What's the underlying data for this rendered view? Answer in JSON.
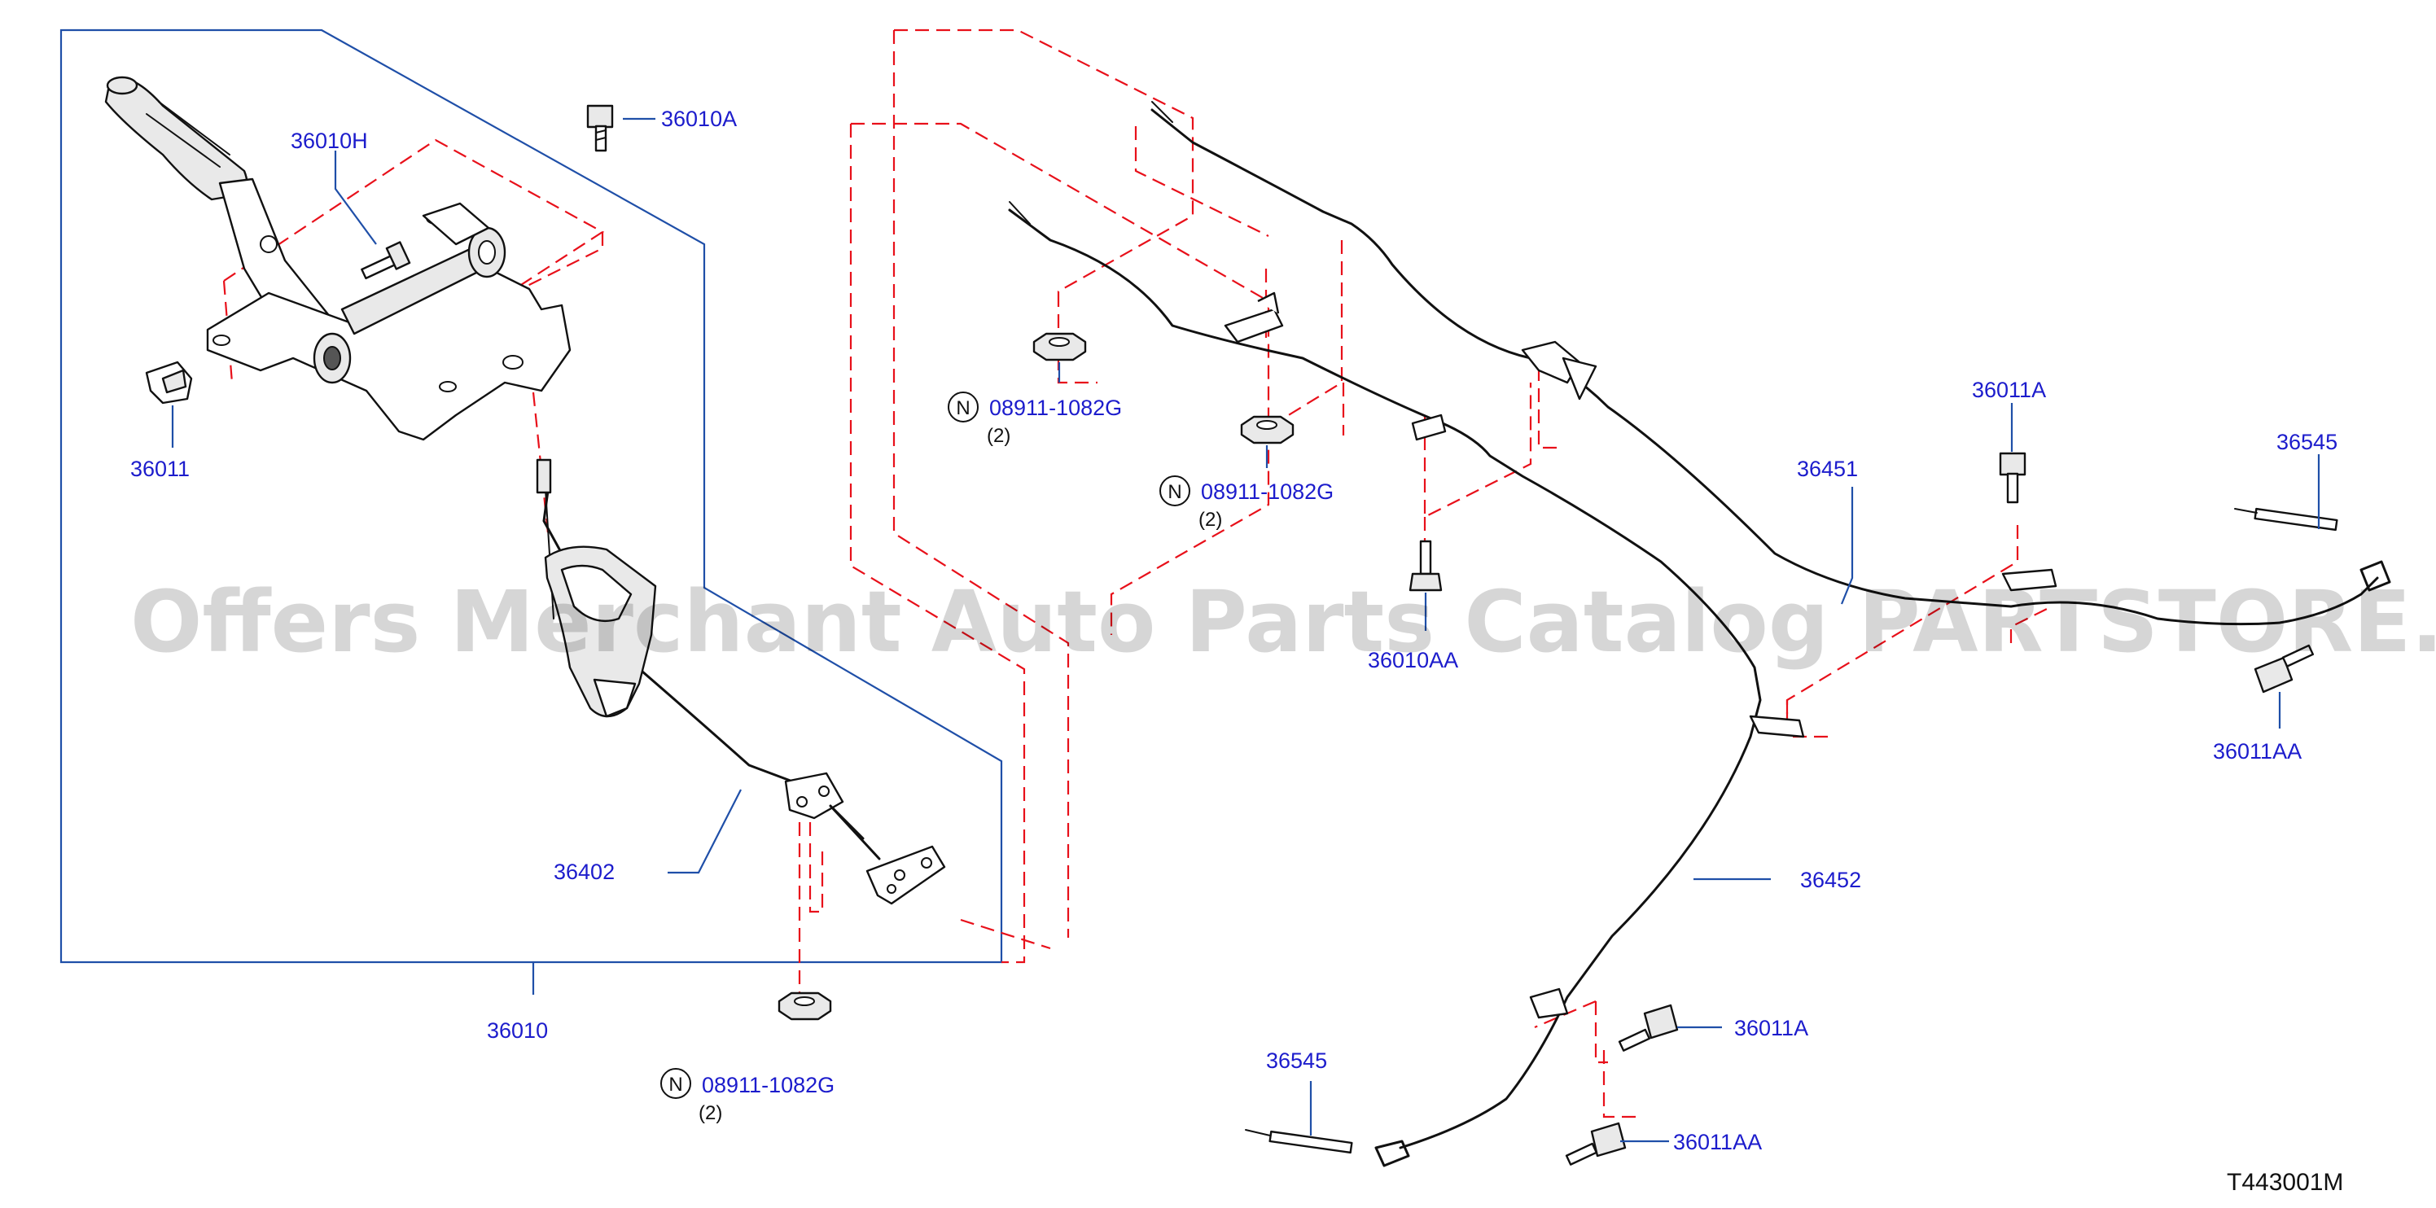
{
  "labels": {
    "p36010": "36010",
    "p36010h": "36010H",
    "p36010a": "36010A",
    "p36011": "36011",
    "p36402": "36402",
    "p36010aa": "36010AA",
    "p36451": "36451",
    "p36452": "36452",
    "p36011a_top": "36011A",
    "p36011a_bottom": "36011A",
    "p36545_top": "36545",
    "p36545_bottom": "36545",
    "p36011aa_top": "36011AA",
    "p36011aa_bottom": "36011AA"
  },
  "nut_callouts": [
    {
      "code": "N",
      "part": "08911-1082G",
      "qty": "(2)"
    },
    {
      "code": "N",
      "part": "08911-1082G",
      "qty": "(2)"
    },
    {
      "code": "N",
      "part": "08911-1082G",
      "qty": "(2)"
    }
  ],
  "diagram_code": "T443001M",
  "watermark": "Offers Merchant Auto Parts Catalog PARTSTORE.SA",
  "colors": {
    "label_text": "#1c1ccc",
    "leader_line": "#1f4fa8",
    "dashed_guide": "#e8101a",
    "part_outline": "#111111"
  }
}
